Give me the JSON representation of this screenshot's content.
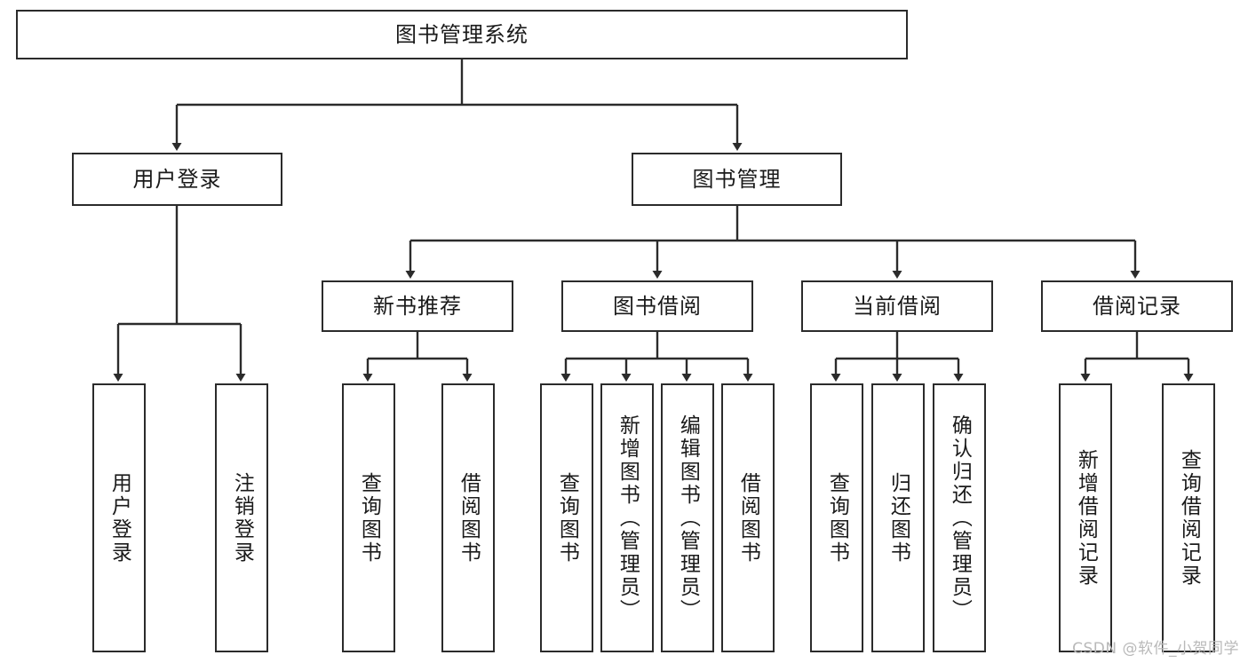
{
  "diagram": {
    "title": "图书管理系统",
    "type": "hierarchy-tree",
    "root": {
      "label": "图书管理系统"
    },
    "level2": [
      {
        "label": "用户登录"
      },
      {
        "label": "图书管理"
      }
    ],
    "level3": [
      {
        "label": "新书推荐"
      },
      {
        "label": "图书借阅"
      },
      {
        "label": "当前借阅"
      },
      {
        "label": "借阅记录"
      }
    ],
    "leaves": {
      "user_login": [
        {
          "label": "用户登录"
        },
        {
          "label": "注销登录"
        }
      ],
      "new_book_recommend": [
        {
          "label": "查询图书"
        },
        {
          "label": "借阅图书"
        }
      ],
      "book_borrow": [
        {
          "label": "查询图书"
        },
        {
          "label": "新增图书（管理员）"
        },
        {
          "label": "编辑图书（管理员）"
        },
        {
          "label": "借阅图书"
        }
      ],
      "current_borrow": [
        {
          "label": "查询图书"
        },
        {
          "label": "归还图书"
        },
        {
          "label": "确认归还（管理员）"
        }
      ],
      "borrow_records": [
        {
          "label": "新增借阅记录"
        },
        {
          "label": "查询借阅记录"
        }
      ]
    }
  },
  "watermark": {
    "text": "CSDN @软件_小贺同学"
  },
  "colors": {
    "stroke": "#2b2b2b",
    "background": "#ffffff",
    "text": "#1a1a1a",
    "watermark": "#b9b9b9"
  }
}
